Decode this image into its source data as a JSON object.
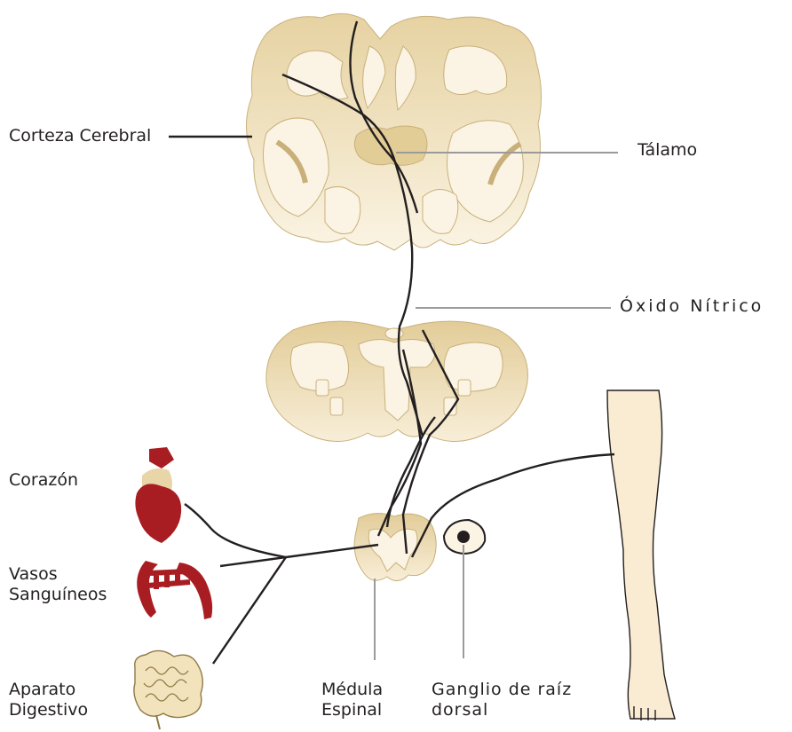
{
  "labels": {
    "cortex": "Corteza Cerebral",
    "thalamus": "Tálamo",
    "nitric_oxide": "Óxido Nítrico",
    "heart": "Corazón",
    "vessels_line1": "Vasos",
    "vessels_line2": "Sanguíneos",
    "digestive_line1": "Aparato",
    "digestive_line2": "Digestivo",
    "spinal_line1": "Médula",
    "spinal_line2": "Espinal",
    "ganglion_line1": "Ganglio de raíz",
    "ganglion_line2": "dorsal"
  },
  "colors": {
    "tissue_light": "#fbf4e4",
    "tissue_tan": "#e8d5a8",
    "organ_red": "#a81d22",
    "skin": "#f9ecd2",
    "line_dark": "#231f20",
    "line_gray": "#9a9a9a"
  }
}
